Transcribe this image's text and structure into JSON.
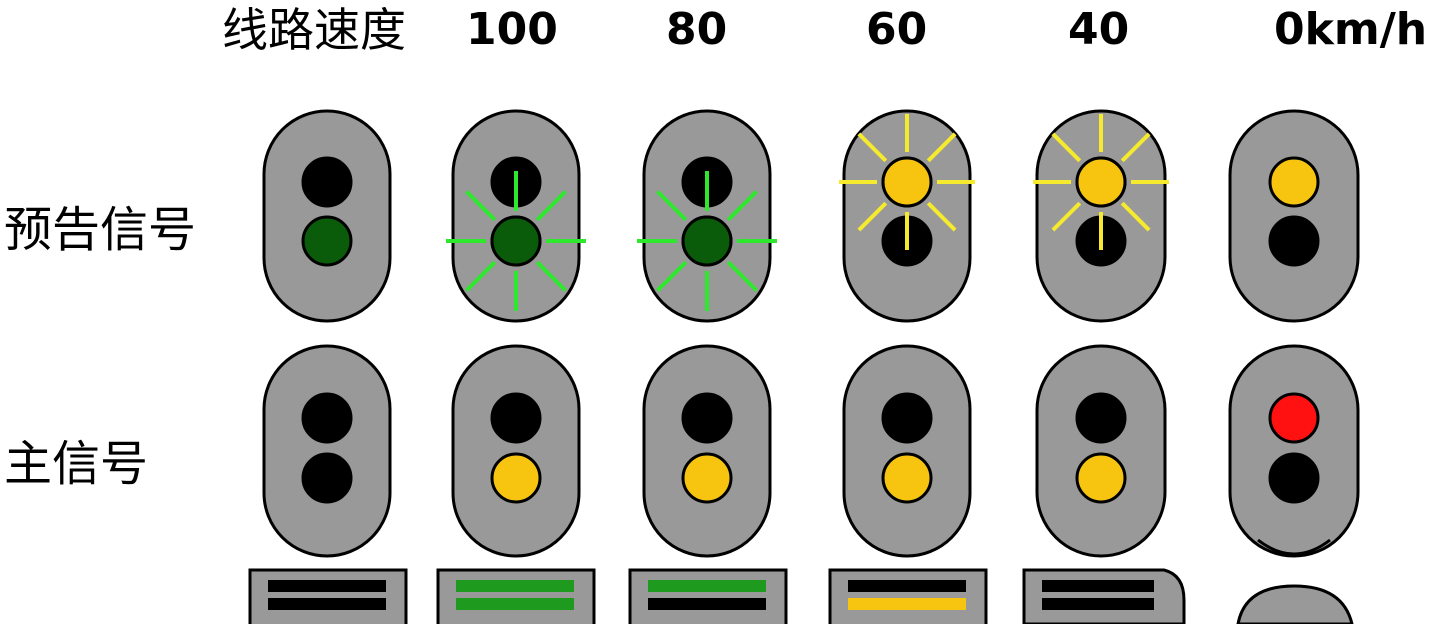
{
  "header": {
    "line_speed_label": "线路速度",
    "speeds": [
      "100",
      "80",
      "60",
      "40",
      "0km/h"
    ]
  },
  "rows": {
    "distant_label": "预告信号",
    "main_label": "主信号"
  },
  "colors": {
    "housing": "#999999",
    "off": "#000000",
    "green": "#0a5c0a",
    "green_ray": "#2ee82e",
    "yellow": "#f7c510",
    "yellow_ray": "#f5ea2e",
    "red": "#ff1111",
    "bar_green": "#1e9a1e"
  },
  "distant_signals": [
    {
      "top": "off",
      "bottom": "green",
      "flash": "none"
    },
    {
      "top": "off",
      "bottom": "green",
      "flash": "bottom"
    },
    {
      "top": "off",
      "bottom": "green",
      "flash": "bottom"
    },
    {
      "top": "yellow",
      "bottom": "off",
      "flash": "top"
    },
    {
      "top": "yellow",
      "bottom": "off",
      "flash": "top"
    },
    {
      "top": "yellow",
      "bottom": "off",
      "flash": "none"
    }
  ],
  "main_signals": [
    {
      "top": "off",
      "bottom": "off"
    },
    {
      "top": "off",
      "bottom": "yellow"
    },
    {
      "top": "off",
      "bottom": "yellow"
    },
    {
      "top": "off",
      "bottom": "yellow"
    },
    {
      "top": "off",
      "bottom": "yellow"
    },
    {
      "top": "red",
      "bottom": "off"
    }
  ],
  "bar_indicators": [
    {
      "top": "off",
      "bottom": "off"
    },
    {
      "top": "green",
      "bottom": "green"
    },
    {
      "top": "green",
      "bottom": "off"
    },
    {
      "top": "off",
      "bottom": "yellow"
    },
    {
      "top": "off",
      "bottom": "off"
    }
  ]
}
